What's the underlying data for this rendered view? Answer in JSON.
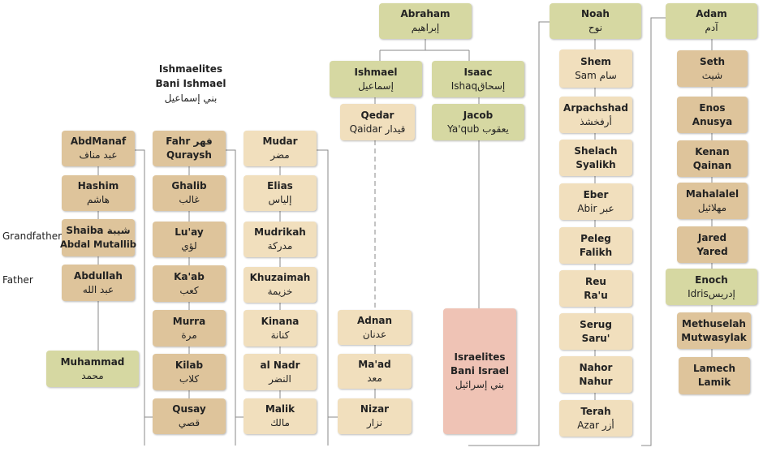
{
  "labels": {
    "ishmaelites_line1": "Ishmaelites",
    "ishmaelites_line2": "Bani Ishmael",
    "ishmaelites_ar": "بني إسماعيل",
    "grandfather": "Grandfather",
    "father": "Father"
  },
  "boxes": {
    "abraham": {
      "en": "Abraham",
      "ar": "إبراهيم"
    },
    "noah": {
      "en": "Noah",
      "ar": "نوح"
    },
    "adam": {
      "en": "Adam",
      "ar": "آدم"
    },
    "ishmael": {
      "en": "Ishmael",
      "ar": "إسماعيل"
    },
    "isaac": {
      "en": "Isaac",
      "ar": "Ishaqإسحاق"
    },
    "qedar": {
      "en": "Qedar",
      "ar": "Qaidar قيدار"
    },
    "jacob": {
      "en": "Jacob",
      "ar": "Ya'qub يعقوب"
    },
    "adnan": {
      "en": "Adnan",
      "ar": "عدنان"
    },
    "maad": {
      "en": "Ma'ad",
      "ar": "معد"
    },
    "nizar": {
      "en": "Nizar",
      "ar": "نزار"
    },
    "israelites": {
      "l1": "Israelites",
      "l2": "Bani Israel",
      "l3": "بني إسرائيل"
    },
    "mudar": {
      "en": "Mudar",
      "ar": "مضر"
    },
    "elias": {
      "en": "Elias",
      "ar": "إلياس"
    },
    "mudrikah": {
      "en": "Mudrikah",
      "ar": "مدركة"
    },
    "khuzaimah": {
      "en": "Khuzaimah",
      "ar": "خزيمة"
    },
    "kinana": {
      "en": "Kinana",
      "ar": "كنانة"
    },
    "alnadr": {
      "en": "al Nadr",
      "ar": "النضر"
    },
    "malik": {
      "en": "Malik",
      "ar": "مالك"
    },
    "fahr": {
      "en": "Fahr فهر",
      "ar": "Quraysh"
    },
    "ghalib": {
      "en": "Ghalib",
      "ar": "غالب"
    },
    "luay": {
      "en": "Lu'ay",
      "ar": "لؤي"
    },
    "kaab": {
      "en": "Ka'ab",
      "ar": "كعب"
    },
    "murra": {
      "en": "Murra",
      "ar": "مرة"
    },
    "kilab": {
      "en": "Kilab",
      "ar": "كلاب"
    },
    "qusay": {
      "en": "Qusay",
      "ar": "قصي"
    },
    "abdmanaf": {
      "en": "AbdManaf",
      "ar": "عبد مناف"
    },
    "hashim": {
      "en": "Hashim",
      "ar": "هاشم"
    },
    "shaiba": {
      "en": "Shaiba شيبة",
      "ar": "Abdal Mutallib"
    },
    "abdullah": {
      "en": "Abdullah",
      "ar": "عبد الله"
    },
    "muhammad": {
      "en": "Muhammad",
      "ar": "محمد"
    },
    "shem": {
      "en": "Shem",
      "ar": "Sam سام"
    },
    "arpachshad": {
      "en": "Arpachshad",
      "ar": "أرفخشذ"
    },
    "shelach": {
      "en": "Shelach",
      "ar": "Syalikh"
    },
    "eber": {
      "en": "Eber",
      "ar": "Abir عبر"
    },
    "peleg": {
      "en": "Peleg",
      "ar": "Falikh"
    },
    "reu": {
      "en": "Reu",
      "ar": "Ra'u"
    },
    "serug": {
      "en": "Serug",
      "ar": "Saru'"
    },
    "nahor": {
      "en": "Nahor",
      "ar": "Nahur"
    },
    "terah": {
      "en": "Terah",
      "ar": "Azar أزر"
    },
    "seth": {
      "en": "Seth",
      "ar": "شيث"
    },
    "enos": {
      "en": "Enos",
      "ar": "Anusya"
    },
    "kenan": {
      "en": "Kenan",
      "ar": "Qainan"
    },
    "mahalalel": {
      "en": "Mahalalel",
      "ar": "مهلائيل"
    },
    "jared": {
      "en": "Jared",
      "ar": "Yared"
    },
    "enoch": {
      "en": "Enoch",
      "ar": "Idrisإدريس"
    },
    "methuselah": {
      "en": "Methuselah",
      "ar": "Mutwasylak"
    },
    "lamech": {
      "en": "Lamech",
      "ar": "Lamik"
    }
  }
}
